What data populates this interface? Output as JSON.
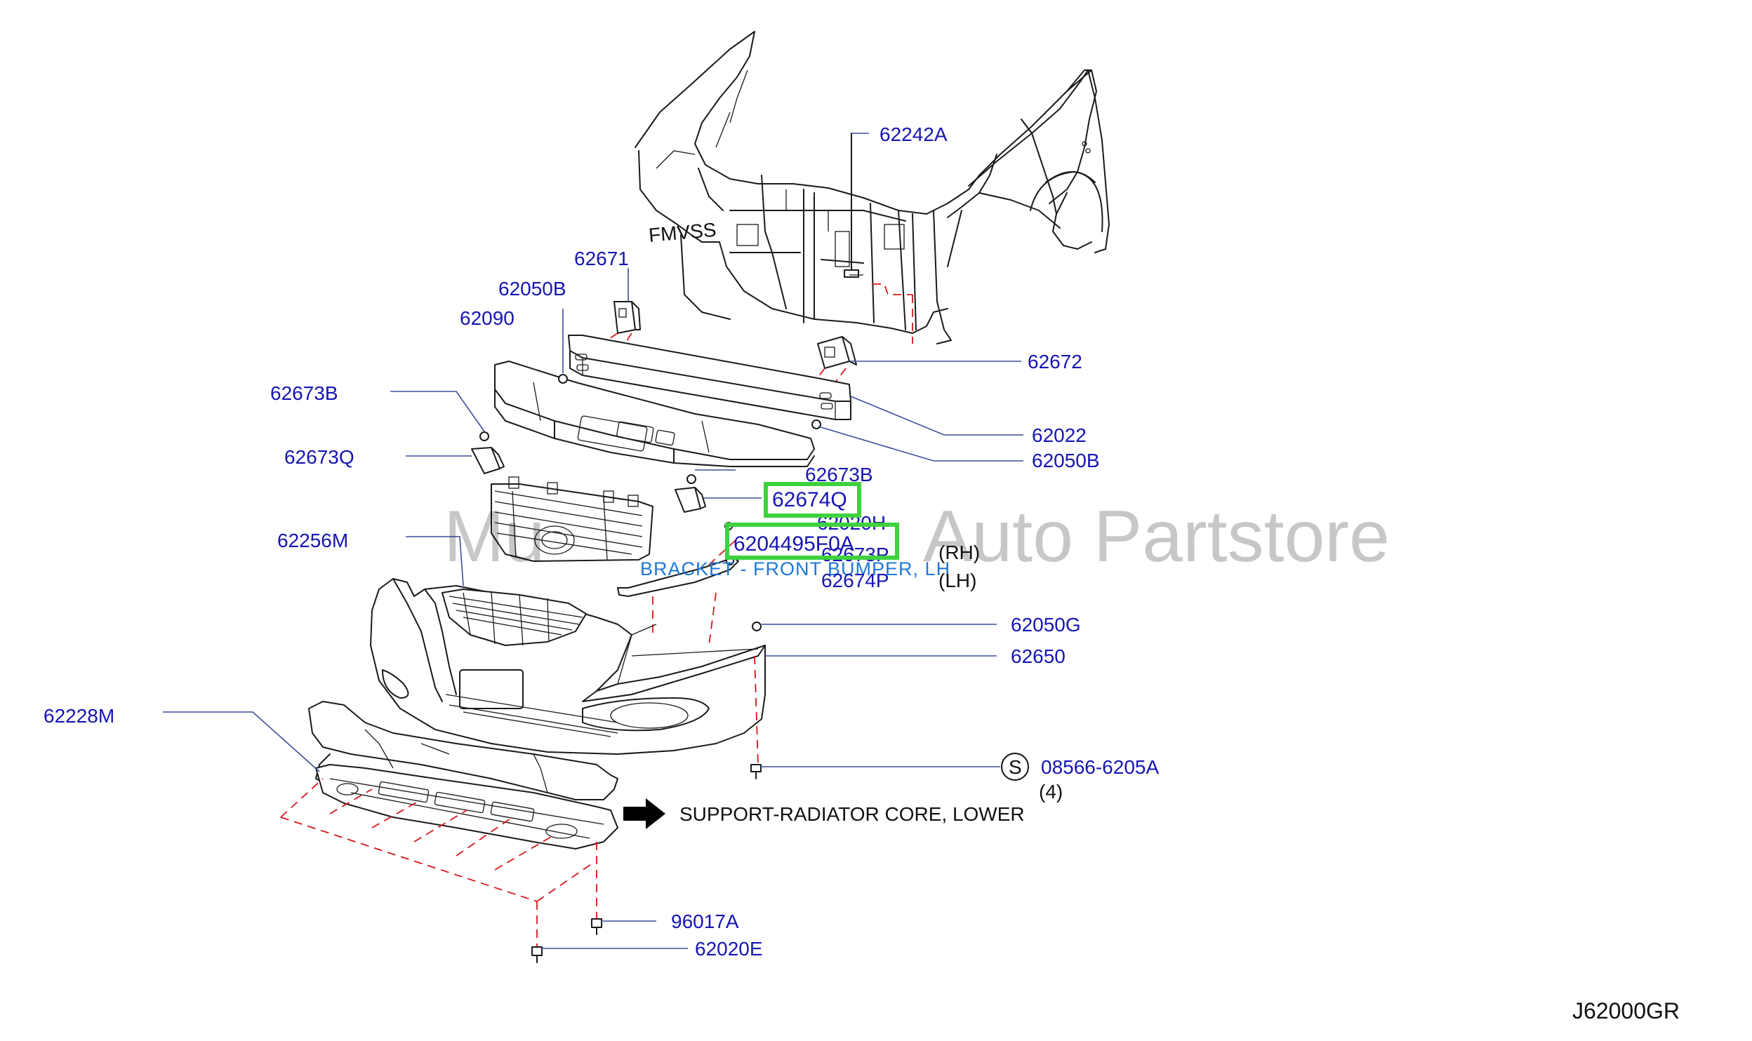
{
  "watermark": "Mu",
  "watermark_right": "Auto Partstore",
  "diagram_code": "J62000GR",
  "labels": {
    "p62242A": "62242A",
    "p62671": "62671",
    "p62050B_top": "62050B",
    "p62090": "62090",
    "p62672": "62672",
    "p62673B_left": "62673B",
    "p62022": "62022",
    "p62050B_right": "62050B",
    "p62673Q": "62673Q",
    "p62673B_mid": "62673B",
    "p62674Q": "62674Q",
    "p62020H": "62020H",
    "p62044": "6204495F0A",
    "p62673P": "62673P",
    "rh": "(RH)",
    "desc": "BRACKET - FRONT BUMPER, LH",
    "p62674P": "62674P",
    "lh": "(LH)",
    "p62256M": "62256M",
    "p62050G": "62050G",
    "p62650": "62650",
    "p62228M": "62228M",
    "s_symbol": "S",
    "p08566": "08566-6205A",
    "qty4": "(4)",
    "support_note": "SUPPORT-RADIATOR  CORE,  LOWER",
    "p96017A": "96017A",
    "p62020E": "62020E"
  },
  "colors": {
    "label_blue": "#1515b4",
    "description_blue": "#1e78d8",
    "highlight_green": "#3fd23f",
    "dash_red": "#d8161b"
  }
}
